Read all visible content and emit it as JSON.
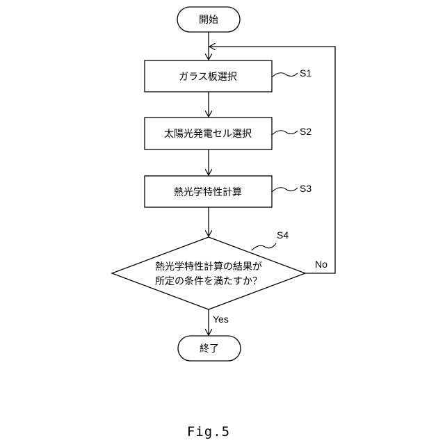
{
  "flowchart": {
    "start": "開始",
    "steps": [
      {
        "text": "ガラス板選択",
        "id": "S1"
      },
      {
        "text": "太陽光発電セル選択",
        "id": "S2"
      },
      {
        "text": "熱光学特性計算",
        "id": "S3"
      }
    ],
    "decision": {
      "id": "S4",
      "line1": "熱光学特性計算の結果が",
      "line2": "所定の条件を満たすか？",
      "no_label": "No",
      "yes_label": "Yes"
    },
    "end": "終了"
  },
  "caption": "Fig.5"
}
